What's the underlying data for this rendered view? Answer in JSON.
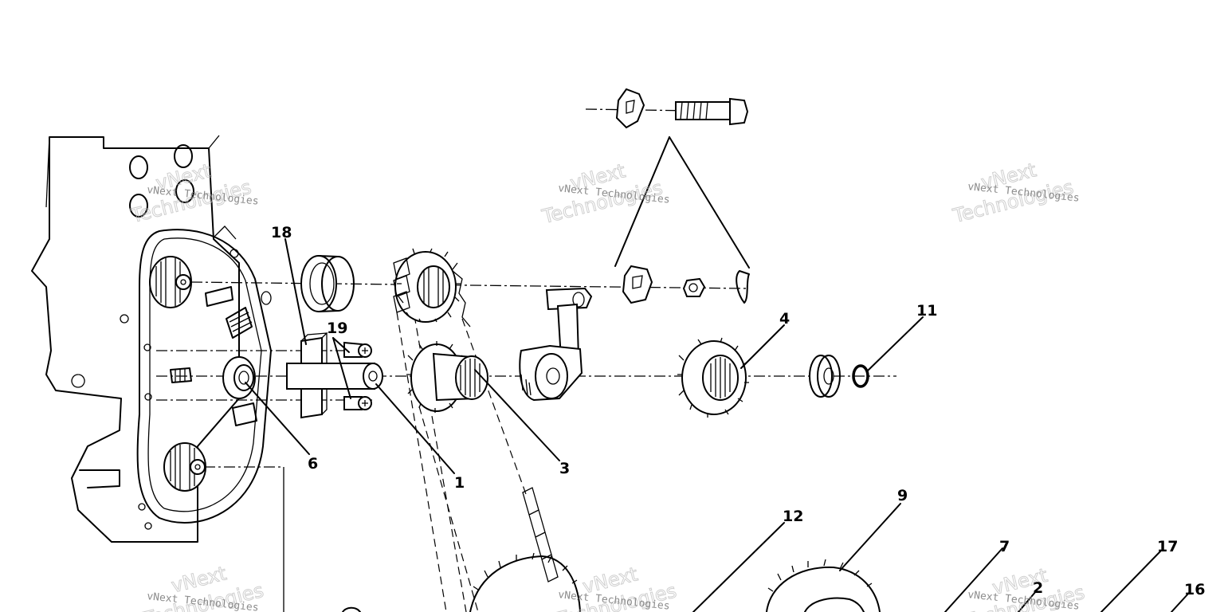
{
  "watermark": {
    "line1": "vNext Technologies",
    "line2": "vNext",
    "line3": "Technologies"
  },
  "callouts": [
    {
      "id": "18",
      "label": "18"
    },
    {
      "id": "19",
      "label": "19"
    },
    {
      "id": "6",
      "label": "6"
    },
    {
      "id": "1",
      "label": "1"
    },
    {
      "id": "3",
      "label": "3"
    },
    {
      "id": "4",
      "label": "4"
    },
    {
      "id": "11",
      "label": "11"
    },
    {
      "id": "12",
      "label": "12"
    },
    {
      "id": "9",
      "label": "9"
    },
    {
      "id": "7",
      "label": "7"
    },
    {
      "id": "2",
      "label": "2"
    },
    {
      "id": "17",
      "label": "17"
    },
    {
      "id": "16",
      "label": "16"
    }
  ]
}
